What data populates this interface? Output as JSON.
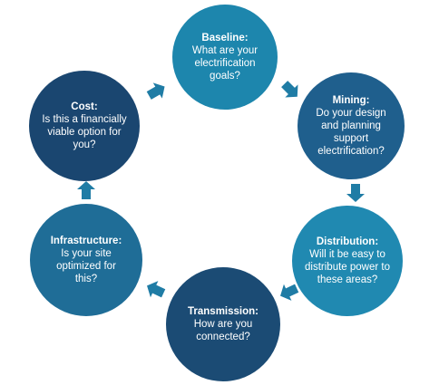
{
  "colors": {
    "dark_navy": "#1b4a72",
    "mid_blue": "#1d6e97",
    "teal_blue": "#2388b0",
    "arrow_blue": "#1f7ca5"
  },
  "nodes": {
    "baseline": {
      "title": "Baseline:",
      "desc": "What are your electrification goals?",
      "color": "#1d86ad"
    },
    "mining": {
      "title": "Mining:",
      "desc": "Do your design and planning support electrification?",
      "color": "#1f5f8d"
    },
    "distribution": {
      "title": "Distribution:",
      "desc": "Will it be easy to distribute power to these areas?",
      "color": "#2089b1"
    },
    "transmission": {
      "title": "Transmission:",
      "desc": "How are you connected?",
      "color": "#1b4b74"
    },
    "infrastructure": {
      "title": "Infrastructure:",
      "desc": "Is your site optimized for this?",
      "color": "#1f6d97"
    },
    "cost": {
      "title": "Cost:",
      "desc": "Is this a financially viable option for you?",
      "color": "#1a4670"
    }
  }
}
